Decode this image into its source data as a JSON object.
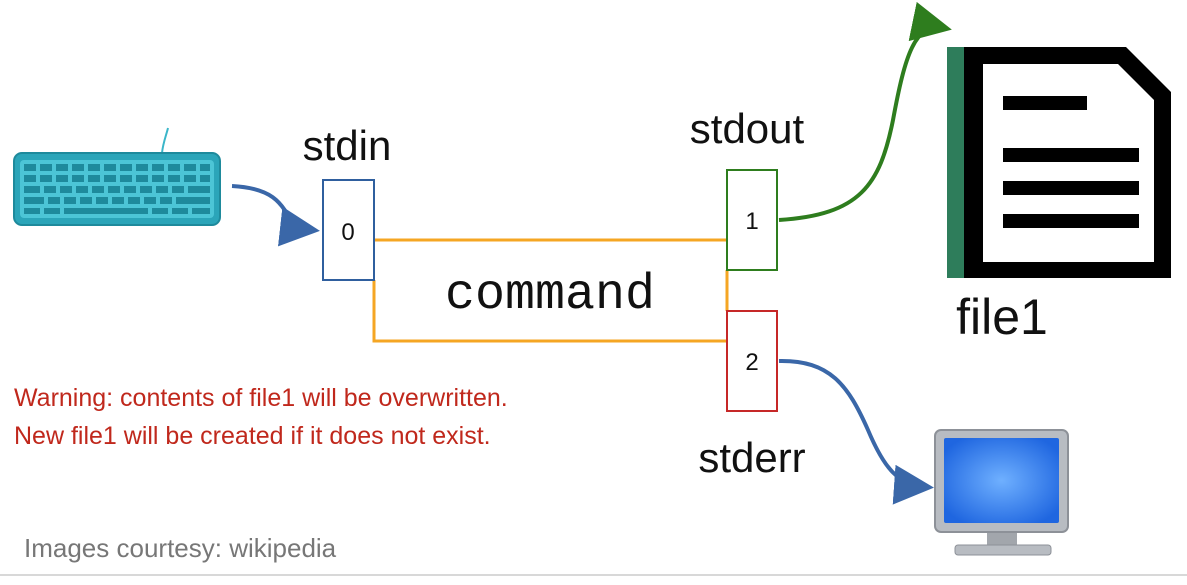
{
  "labels": {
    "stdin": "stdin",
    "stdout": "stdout",
    "stderr": "stderr",
    "command": "command",
    "file": "file1",
    "fd_in": "0",
    "fd_out": "1",
    "fd_err": "2"
  },
  "warning": {
    "line1": "Warning: contents of file1 will be overwritten.",
    "line2": "New file1 will be created if it does not exist."
  },
  "credit": "Images courtesy: wikipedia",
  "icons": {
    "input_device": "keyboard-icon",
    "output_file": "document-icon",
    "error_display": "monitor-icon"
  },
  "colors": {
    "stdin_box": "#2f5f9e",
    "stdout_box": "#2e7d1e",
    "stderr_box": "#c62828",
    "pipe": "#f5a623",
    "stdout_arrow": "#2e7d1e",
    "input_arrow": "#3a67a8",
    "stderr_arrow": "#3a67a8",
    "warning_text": "#c0281c",
    "credit_text": "#777777",
    "keyboard": "#3bb6c9",
    "file_spine": "#2e7d5b",
    "monitor_screen": "#2b7bea"
  }
}
